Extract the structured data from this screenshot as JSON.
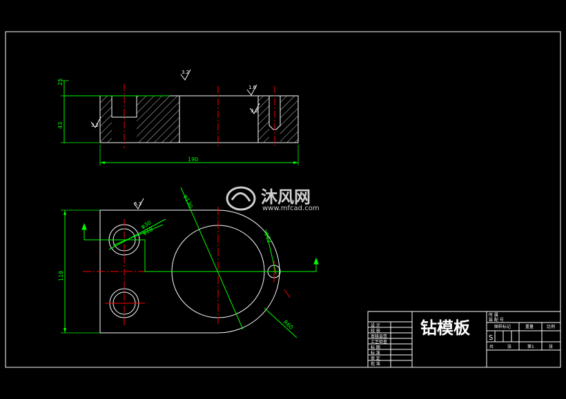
{
  "title_block": {
    "part_name": "钻模板",
    "left_rows": [
      "设 计",
      "校 核",
      "审核会签",
      "工艺检查",
      "标 图",
      "标 准",
      "审 定",
      "批 准"
    ],
    "right_top": [
      "所 属",
      "装 配 号"
    ],
    "header_cells": [
      "图样标记",
      "重量",
      "比例"
    ],
    "mark": "S",
    "sheet_cells": [
      "共",
      "张",
      "第1",
      "张"
    ]
  },
  "dimensions": {
    "top_height_small": "25",
    "top_height_total": "43",
    "top_width": "190",
    "bottom_height": "118",
    "dia_large": "φ130",
    "dia_small_a": "φ30",
    "dia_small_b": "φ18",
    "dia_small_c": "φ12",
    "radius": "R60"
  },
  "roughness": {
    "top_center": "3.2",
    "top_right": "1.6",
    "top_right_2": "3.2",
    "top_left": "3.2",
    "bottom_left": "6.3"
  },
  "watermark": {
    "text": "沐风网",
    "url": "www.mfcad.com"
  },
  "colors": {
    "background": "#000000",
    "outline": "#ffffff",
    "dimension": "#00ff00",
    "centerline": "#ff0000"
  }
}
